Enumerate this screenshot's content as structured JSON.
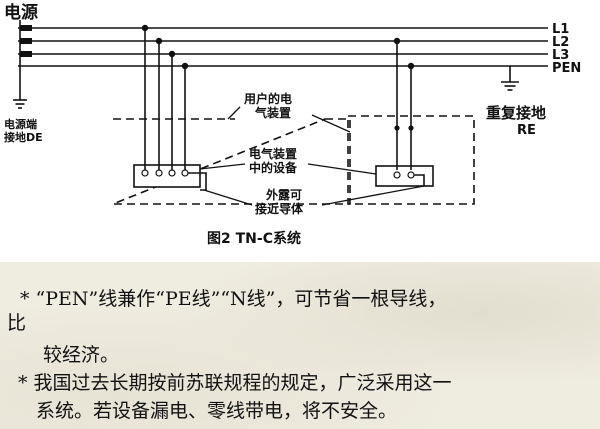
{
  "diagram": {
    "source_label": "电源",
    "source_ground_label_line1": "电源端",
    "source_ground_label_line2": "接地DE",
    "lines": [
      "L1",
      "L2",
      "L3",
      "PEN"
    ],
    "user_equipment_line1": "用户的电",
    "user_equipment_line2": "气装置",
    "device_line1": "电气装置",
    "device_line2": "中的设备",
    "exposed_line1": "外露可",
    "exposed_line2": "接近导体",
    "repeat_ground_label": "重复接地",
    "repeat_ground_code": "RE",
    "caption": "图2  TN-C系统"
  },
  "notes": {
    "note1_line1": "* “PEN”线兼作“PE线”“N线”，可节省一根导线，",
    "note1_line2": "比",
    "note1_line3": "较经济。",
    "note2_line1": "* 我国过去长期按前苏联规程的规定，广泛采用这一",
    "note2_line2": "系统。若设备漏电、零线带电，将不安全。"
  },
  "colors": {
    "diagram_background": "#ffffff",
    "text_panel_background": "#efece0",
    "ink": "#111111"
  }
}
